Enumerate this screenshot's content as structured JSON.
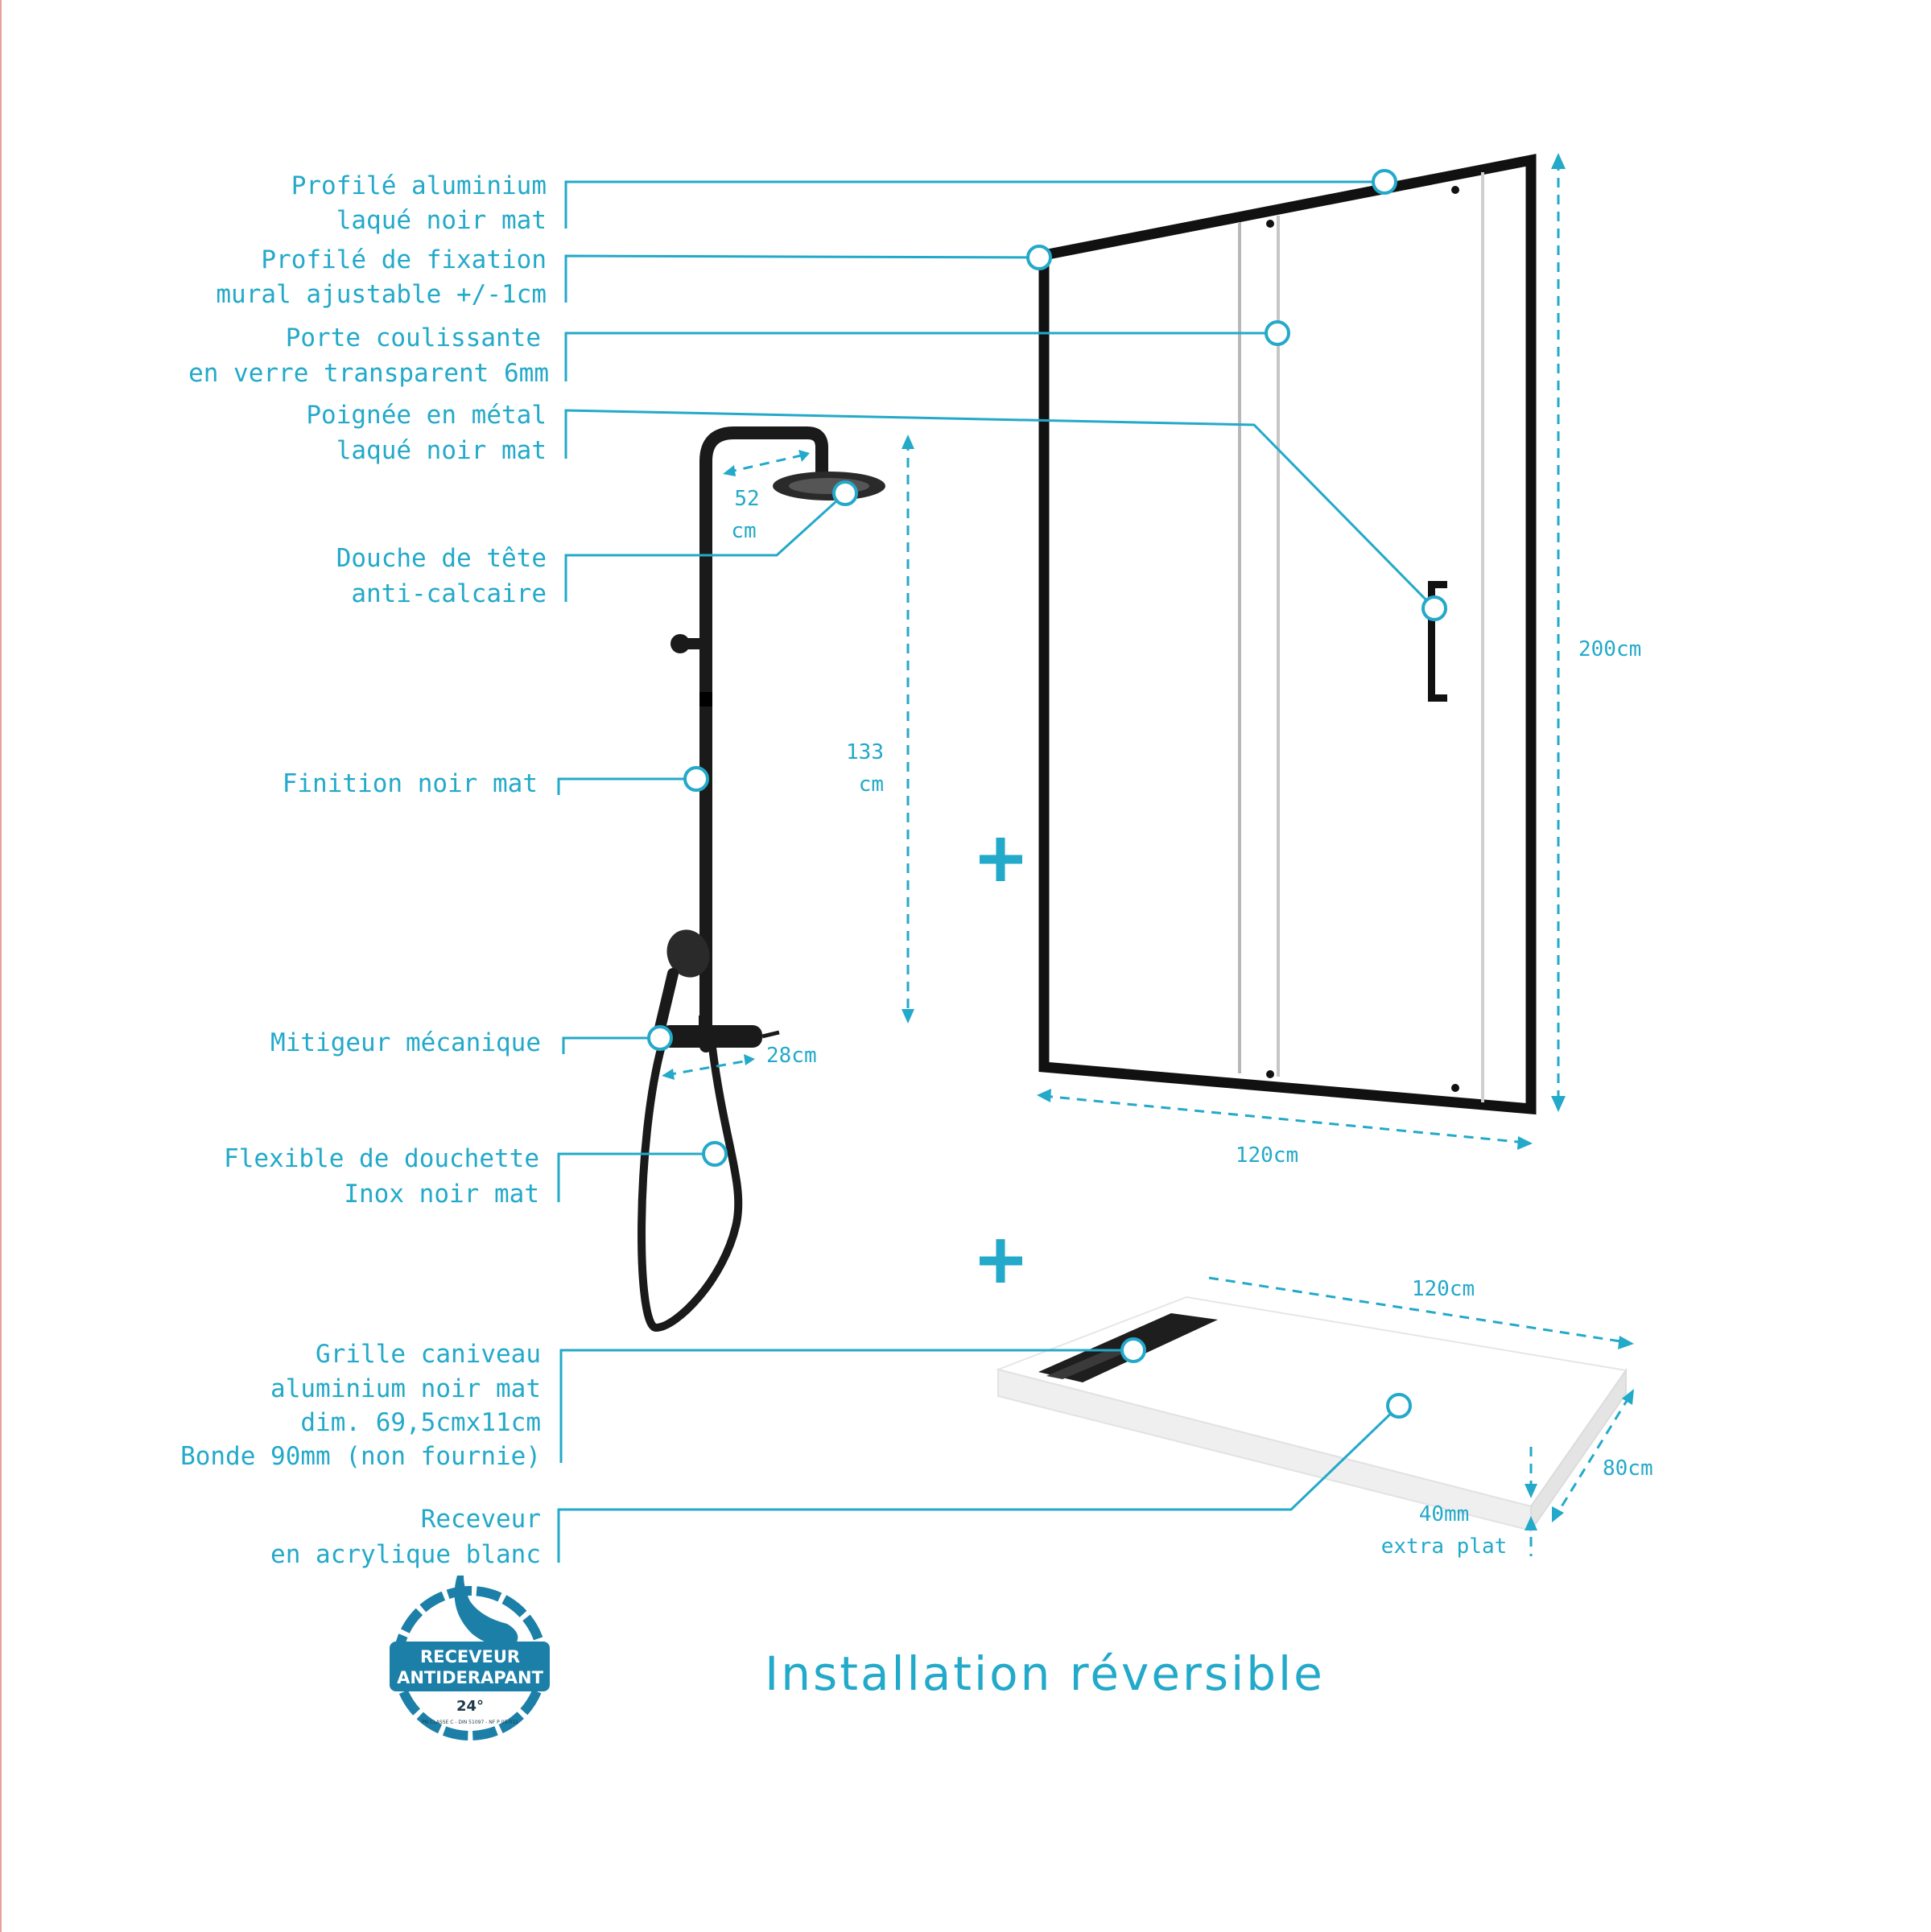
{
  "callouts": [
    {
      "id": "profile-aluminium",
      "lines": [
        "Profilé aluminium",
        "laqué noir mat"
      ]
    },
    {
      "id": "wall-fixing-profile",
      "lines": [
        "Profilé de fixation",
        "mural ajustable +/-1cm"
      ]
    },
    {
      "id": "sliding-door",
      "lines": [
        "Porte coulissante",
        "en verre transparent 6mm"
      ]
    },
    {
      "id": "handle",
      "lines": [
        "Poignée en métal",
        "laqué noir mat"
      ]
    },
    {
      "id": "head-shower",
      "lines": [
        "Douche de tête",
        "anti-calcaire"
      ]
    },
    {
      "id": "finish",
      "lines": [
        "Finition noir mat"
      ]
    },
    {
      "id": "mixer",
      "lines": [
        "Mitigeur mécanique"
      ]
    },
    {
      "id": "hose",
      "lines": [
        "Flexible de douchette",
        "Inox noir mat"
      ]
    },
    {
      "id": "drain-grille",
      "lines": [
        "Grille caniveau",
        "aluminium noir mat",
        "dim. 69,5cmx11cm",
        "Bonde 90mm (non fournie)"
      ]
    },
    {
      "id": "tray",
      "lines": [
        "Receveur",
        "en acrylique blanc"
      ]
    }
  ],
  "dimensions": {
    "showerhead_diameter": [
      "52",
      "cm"
    ],
    "column_height": [
      "133",
      "cm"
    ],
    "mixer_width": "28cm",
    "door_height": "200cm",
    "door_width": "120cm",
    "tray_length": "120cm",
    "tray_depth": "80cm",
    "tray_height": [
      "40mm",
      "extra plat"
    ]
  },
  "badge": {
    "line1": "RECEVEUR",
    "line2": "ANTIDERAPANT",
    "degree": "24°",
    "small_text": "PN CLASSE C - DIN 51097 - NF P 05-011"
  },
  "footer": {
    "title": "Installation réversible"
  },
  "colors": {
    "accent": "#23a9c9",
    "frame": "#111111",
    "badge": "#1c7fa8"
  }
}
